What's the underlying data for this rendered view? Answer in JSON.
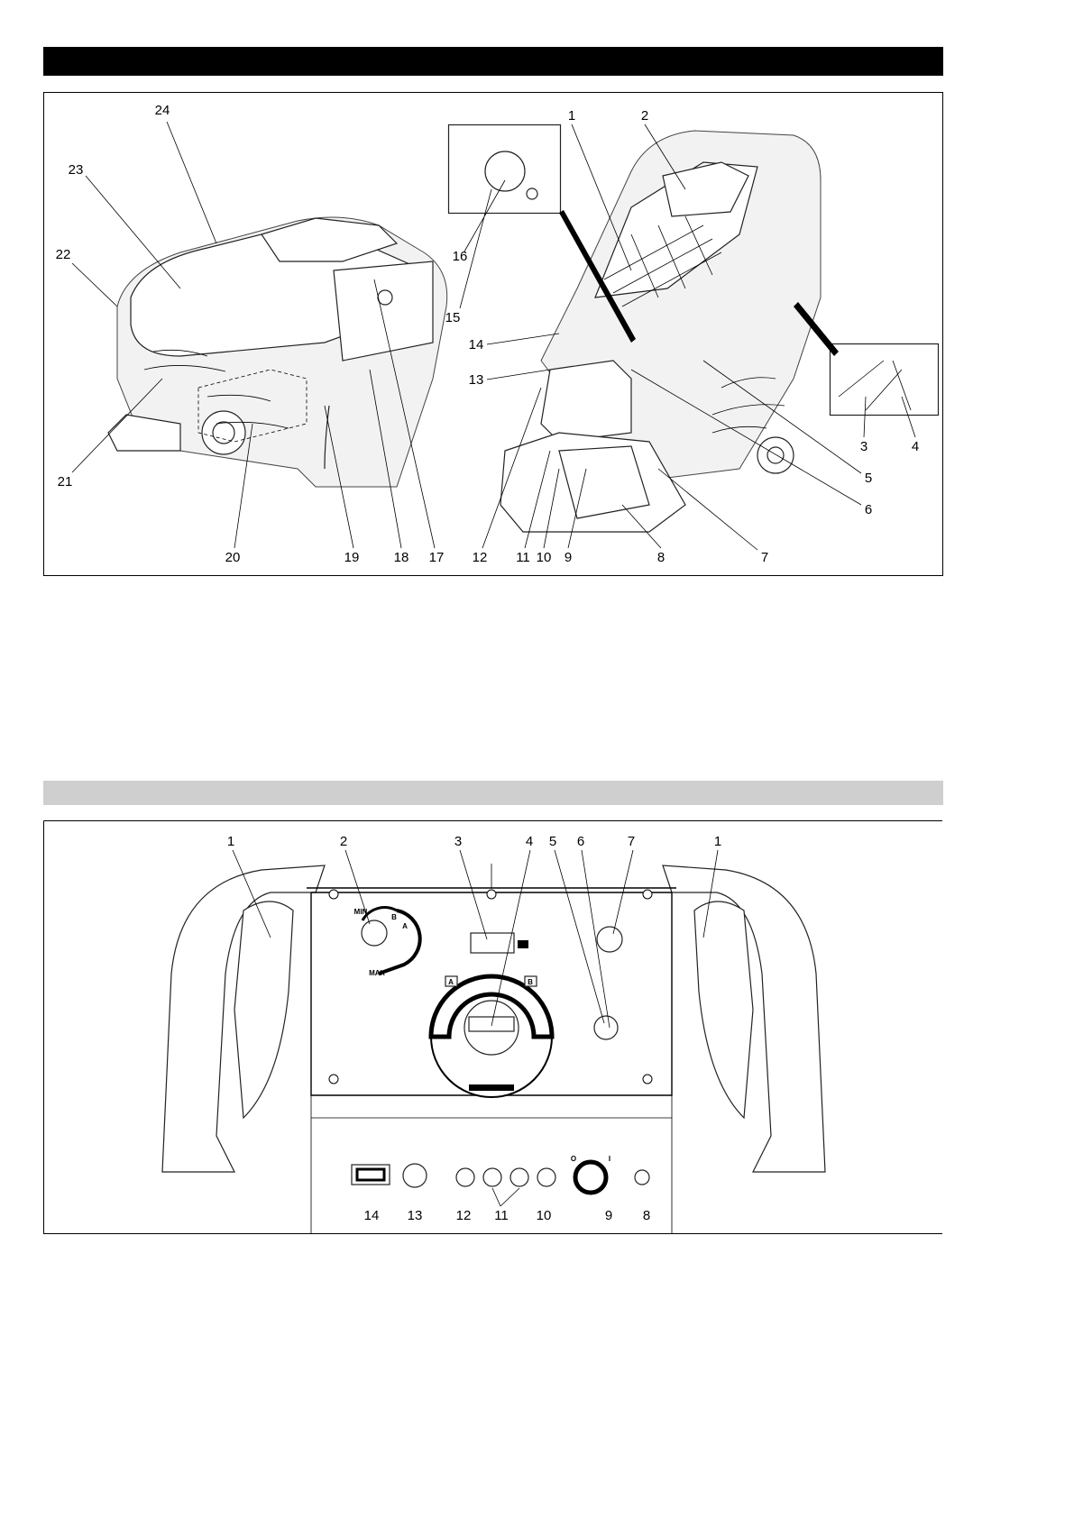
{
  "figure1": {
    "callouts": [
      "1",
      "2",
      "3",
      "4",
      "5",
      "6",
      "7",
      "8",
      "9",
      "10",
      "11",
      "12",
      "13",
      "14",
      "15",
      "16",
      "17",
      "18",
      "19",
      "20",
      "21",
      "22",
      "23",
      "24"
    ]
  },
  "figure2": {
    "callouts_top": [
      "1",
      "2",
      "3",
      "4",
      "5",
      "6",
      "7",
      "1"
    ],
    "callouts_bottom": [
      "14",
      "13",
      "12",
      "11",
      "10",
      "9",
      "8"
    ],
    "knob_labels": {
      "min": "MIN",
      "max": "MAX",
      "a": "A",
      "b": "B"
    },
    "switch_labels": {
      "a": "A",
      "b": "B",
      "off": "O",
      "on": "I"
    }
  }
}
